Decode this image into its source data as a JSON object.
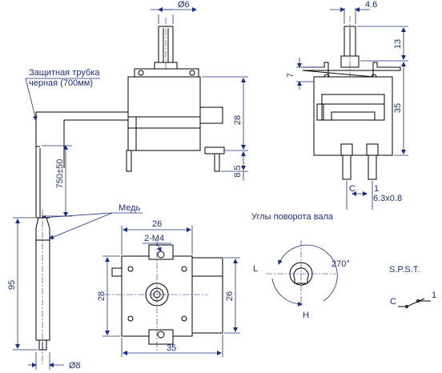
{
  "top_view": {
    "shaft_dia": "Ø6",
    "tube_note_line1": "Защитная трубка",
    "tube_note_line2": "черная (700мм)",
    "height_body": "28",
    "height_terminals": "8.5",
    "tube_length": "750±50",
    "copper_label": "Медь"
  },
  "side_view": {
    "shaft_width": "4.6",
    "shaft_length": "13",
    "bracket_offset": "7",
    "body_height": "35",
    "terminal_c": "C",
    "terminal_1": "1",
    "terminal_size": "6.3x0.8"
  },
  "bottom_view": {
    "mount_holes": "2-M4",
    "width_top": "26",
    "width_bottom": "35",
    "height_left": "28",
    "height_right": "26"
  },
  "bulb": {
    "length": "95",
    "dia": "Ø8"
  },
  "rotation": {
    "title": "Углы поворота вала",
    "angle": "270°",
    "label_l": "L",
    "label_h": "H"
  },
  "switch": {
    "type": "S.P.S.T.",
    "label_c": "C",
    "label_1": "1"
  }
}
